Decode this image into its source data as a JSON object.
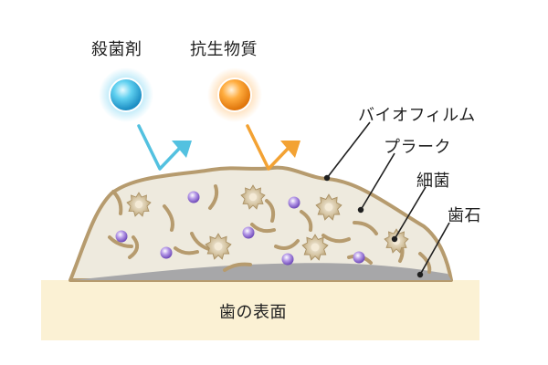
{
  "labels": {
    "sakkin": "殺菌剤",
    "kousei": "抗生物質",
    "biofilm": "バイオフィルム",
    "plaque": "プラーク",
    "bacteria": "細菌",
    "tartar": "歯石",
    "tooth_surface": "歯の表面"
  },
  "colors": {
    "sakkin_ball": "#2aa8d8",
    "kousei_ball": "#f08a1a",
    "sakkin_arrow": "#53c1e0",
    "kousei_arrow": "#f3a233",
    "biofilm_outline": "#b69b6e",
    "biofilm_fill": "#eeeade",
    "tooth_fill": "#fbf1d4",
    "tartar": "#a7a7a9",
    "bacteria_fill": "#c9b896",
    "particle": "#8f6ad0"
  }
}
